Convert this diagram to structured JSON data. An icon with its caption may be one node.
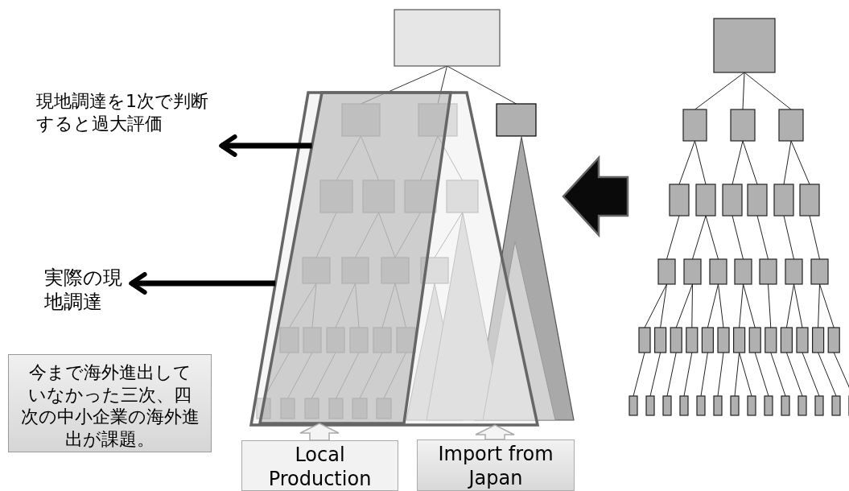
{
  "diagram": {
    "nodes": [
      {
        "text": [],
        "shape": "trapezoid"
      },
      {
        "text": [],
        "shape": "parallelogram",
        "in": 0
      },
      {
        "text": [
          "現地調達を1次で判断すると過大評価"
        ]
      },
      {
        "text": [
          "実際の現地調達"
        ]
      },
      {
        "text": [
          "今まで海外進出していなかった三次、四次の中小企業の海外進出が課題。"
        ]
      },
      {
        "text": [
          "Local Production"
        ]
      },
      {
        "text": [
          "Import from Japan"
        ]
      },
      {
        "text": [],
        "shape": "tree"
      }
    ],
    "edges": [
      {
        "from": 1,
        "to": 2,
        "arrow": "to"
      },
      {
        "from": 0,
        "to": 3,
        "arrow": "to"
      },
      {
        "from": 5,
        "to": 1,
        "arrow": "to"
      },
      {
        "from": 6,
        "to": 0,
        "arrow": "to"
      },
      {
        "from": 7,
        "to": null,
        "arrow": "to",
        "style": "thick"
      }
    ]
  }
}
